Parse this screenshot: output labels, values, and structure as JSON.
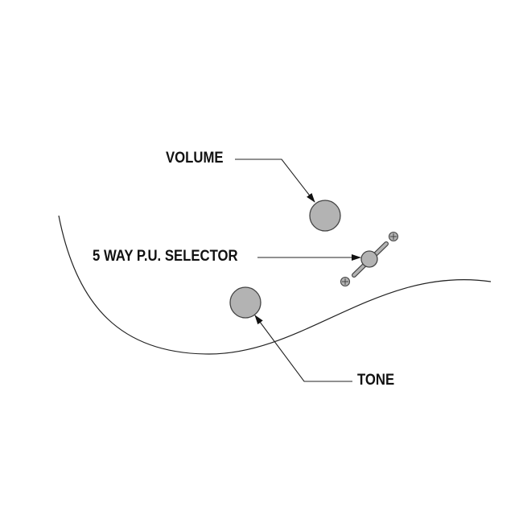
{
  "labels": {
    "volume": "VOLUME",
    "selector": "5 WAY P.U. SELECTOR",
    "tone": "TONE"
  },
  "colors": {
    "knob": "#b3b3b3",
    "line": "#222222"
  }
}
